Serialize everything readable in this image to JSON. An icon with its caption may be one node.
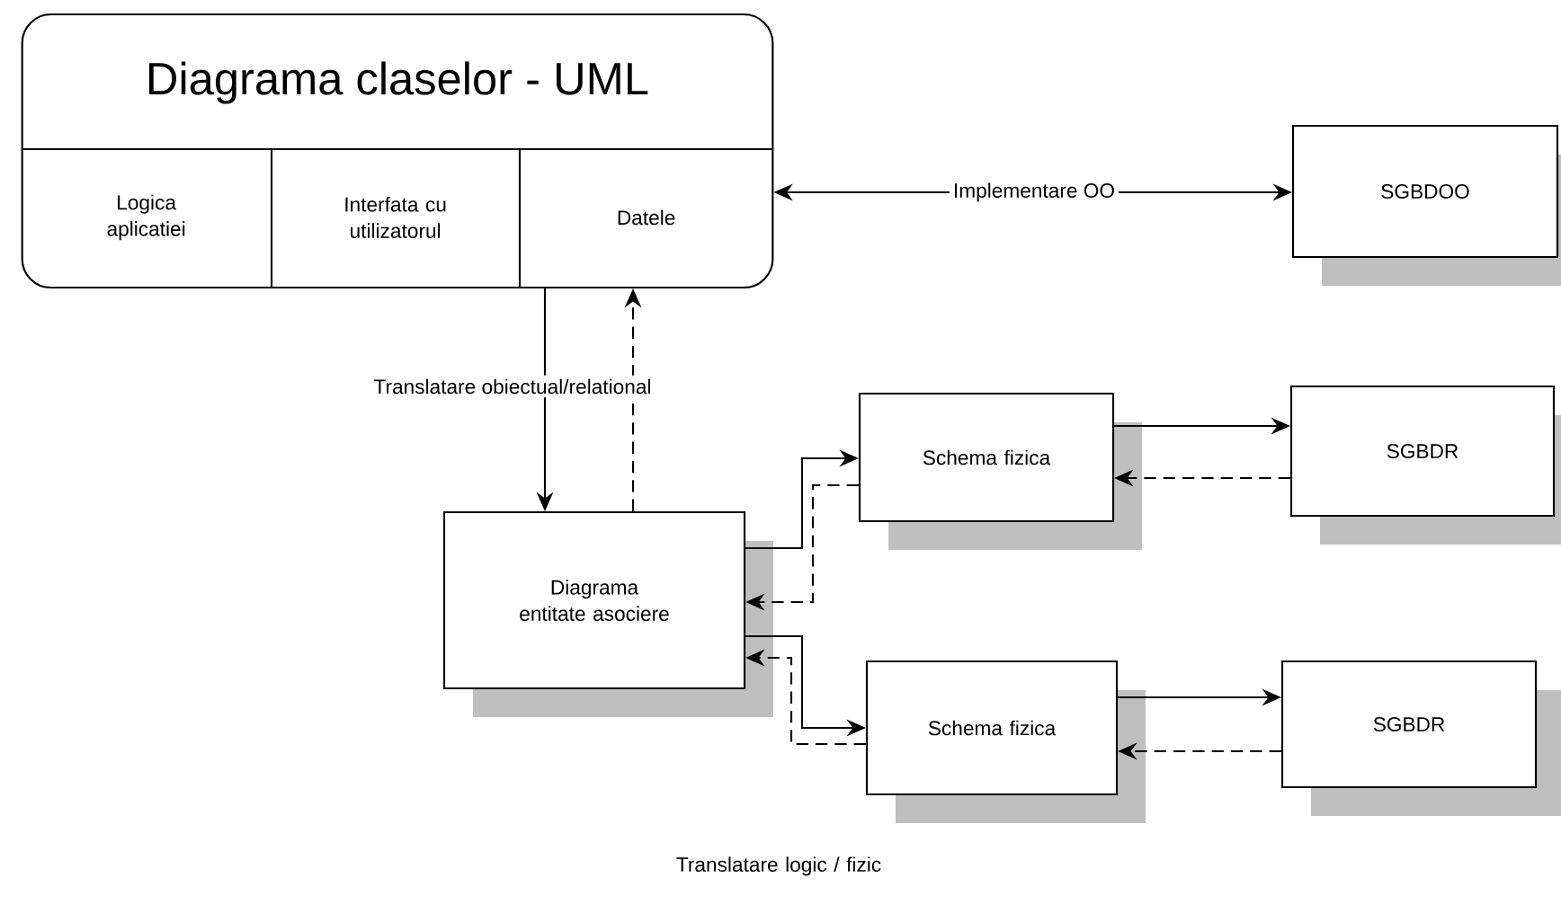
{
  "diagram": {
    "nodes": [
      {
        "text": [
          "Diagrama claselor - UML"
        ]
      },
      {
        "text": [
          "Logica aplicatiei"
        ],
        "in": 0
      },
      {
        "text": [
          "Interfata cu utilizatorul"
        ],
        "in": 0
      },
      {
        "text": [
          "Datele"
        ],
        "in": 0
      },
      {
        "text": [
          "SGBDOO"
        ]
      },
      {
        "text": [
          "Diagrama entitate asociere"
        ]
      },
      {
        "text": [
          "Schema fizica"
        ]
      },
      {
        "text": [
          "SGBDR"
        ]
      },
      {
        "text": [
          "Schema fizica"
        ]
      },
      {
        "text": [
          "SGBDR"
        ]
      }
    ],
    "edges": [
      {
        "from": 0,
        "to": 4,
        "arrow": "both",
        "label": "Implementare OO"
      },
      {
        "from": 0,
        "to": 5,
        "arrow": "to",
        "label": "Translatare obiectual/relational"
      },
      {
        "from": 5,
        "to": 0,
        "arrow": "to",
        "style": "dashed"
      },
      {
        "from": 5,
        "to": 6,
        "arrow": "to"
      },
      {
        "from": 6,
        "to": 5,
        "arrow": "to",
        "style": "dashed"
      },
      {
        "from": 5,
        "to": 8,
        "arrow": "to"
      },
      {
        "from": 8,
        "to": 5,
        "arrow": "to",
        "style": "dashed"
      },
      {
        "from": 6,
        "to": 7,
        "arrow": "to"
      },
      {
        "from": 7,
        "to": 6,
        "arrow": "to",
        "style": "dashed"
      },
      {
        "from": 8,
        "to": 9,
        "arrow": "to"
      },
      {
        "from": 9,
        "to": 8,
        "arrow": "to",
        "style": "dashed"
      }
    ],
    "labels": [
      "Translatare logic / fizic"
    ]
  }
}
